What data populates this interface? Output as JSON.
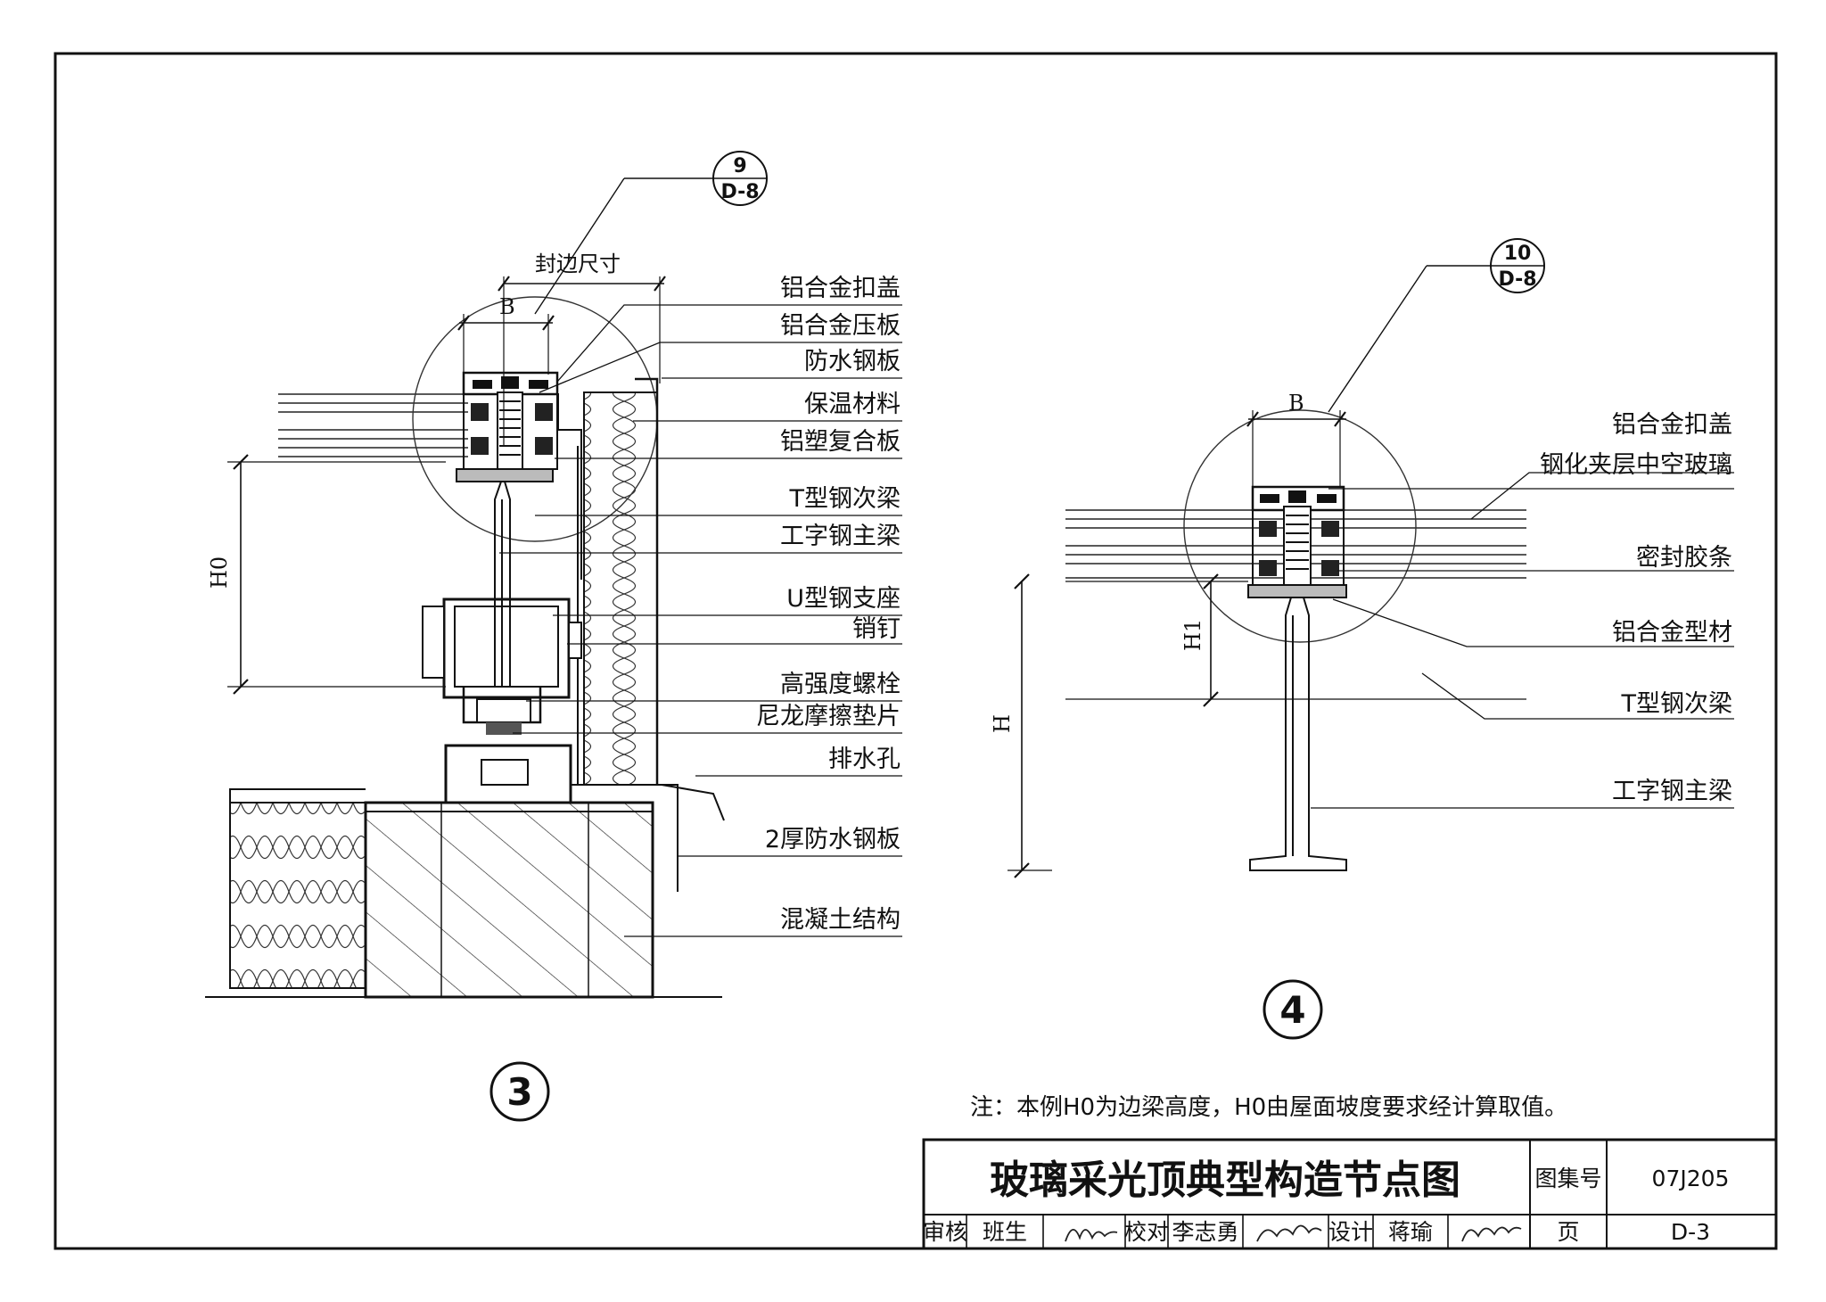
{
  "detail3": {
    "number": "3",
    "ref_top": "9",
    "ref_bottom": "D-8",
    "dim_seal": "封边尺寸",
    "dim_b": "B",
    "dim_h0": "H0",
    "labels": [
      "铝合金扣盖",
      "铝合金压板",
      "防水钢板",
      "保温材料",
      "铝塑复合板",
      "T型钢次梁",
      "工字钢主梁",
      "U型钢支座",
      "销钉",
      "高强度螺栓",
      "尼龙摩擦垫片",
      "排水孔",
      "2厚防水钢板",
      "混凝土结构"
    ]
  },
  "detail4": {
    "number": "4",
    "ref_top": "10",
    "ref_bottom": "D-8",
    "dim_b": "B",
    "dim_h1": "H1",
    "dim_h": "H",
    "labels": [
      "铝合金扣盖",
      "钢化夹层中空玻璃",
      "密封胶条",
      "铝合金型材",
      "T型钢次梁",
      "工字钢主梁"
    ]
  },
  "note": "注：本例H0为边梁高度，H0由屋面坡度要求经计算取值。",
  "title_block": {
    "title": "玻璃采光顶典型构造节点图",
    "atlas_label": "图集号",
    "atlas_no": "07J205",
    "review_label": "审核",
    "reviewer": "班生",
    "check_label": "校对",
    "checker": "李志勇",
    "design_label": "设计",
    "designer": "蒋瑜",
    "page_label": "页",
    "page_no": "D-3"
  }
}
